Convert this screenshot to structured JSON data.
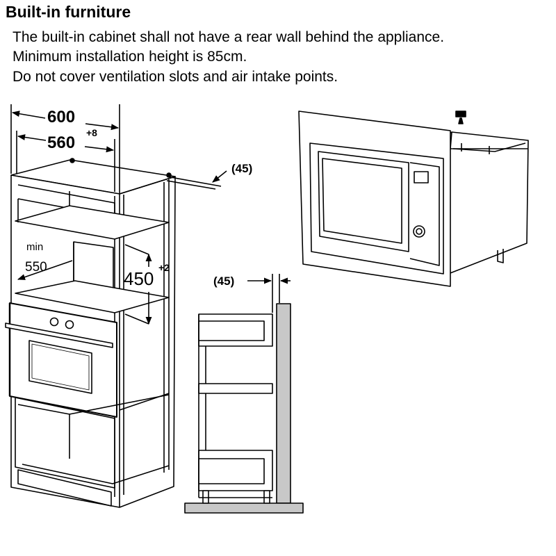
{
  "title": "Built-in furniture",
  "notes": [
    "The built-in cabinet shall not have a rear wall behind the appliance.",
    "Minimum installation height is 85cm.",
    "Do not cover ventilation slots and air intake points."
  ],
  "dimensions": {
    "width_outer": "600",
    "width_inner": "560",
    "width_inner_tol": "+8",
    "depth_gap_top": "(45)",
    "depth_gap_side": "(45)",
    "min_label": "min",
    "min_depth": "550",
    "height": "450",
    "height_tol": "+2"
  },
  "colors": {
    "line": "#000000",
    "panel_fill": "#c8c8c8"
  }
}
